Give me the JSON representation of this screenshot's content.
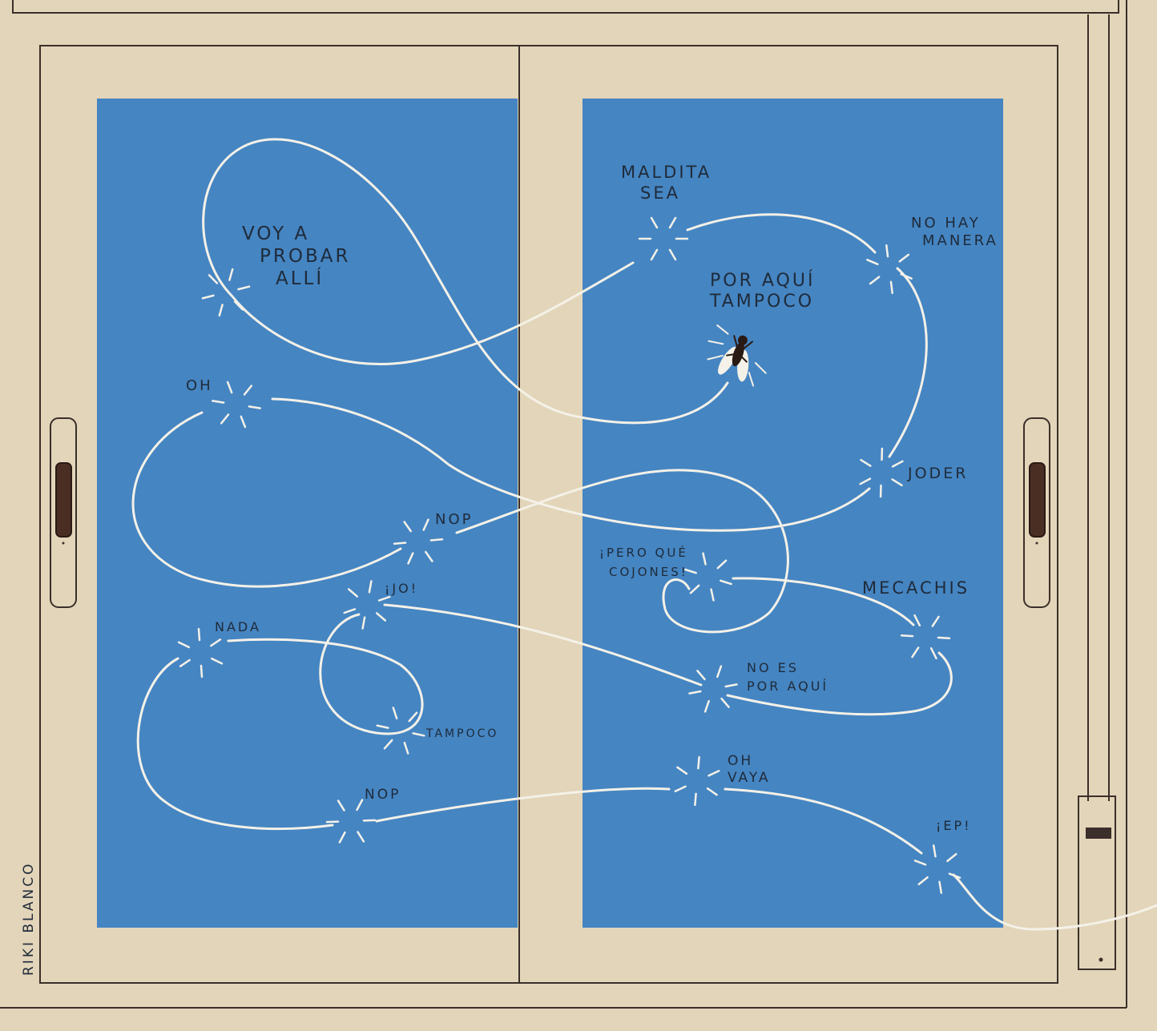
{
  "colors": {
    "wall": "#e3d5b9",
    "frame_line": "#3a2f2a",
    "glass": "#4585c2",
    "path": "#f4f1e8",
    "text": "#1f2b3a",
    "handle": "#4a2e23"
  },
  "signature": "RIKI BLANCO",
  "exclamations": [
    {
      "lines": [
        "MALDITA",
        "SEA"
      ]
    },
    {
      "lines": [
        "NO HAY",
        "MANERA"
      ]
    },
    {
      "lines": [
        "VOY A",
        "PROBAR",
        "ALLÍ"
      ]
    },
    {
      "lines": [
        "POR AQUÍ",
        "TAMPOCO"
      ]
    },
    {
      "lines": [
        "OH"
      ]
    },
    {
      "lines": [
        "JODER"
      ]
    },
    {
      "lines": [
        "NOP"
      ]
    },
    {
      "lines": [
        "¡PERO QUÉ",
        "COJONES!"
      ]
    },
    {
      "lines": [
        "¡JO!"
      ]
    },
    {
      "lines": [
        "MECACHIS"
      ]
    },
    {
      "lines": [
        "NADA"
      ]
    },
    {
      "lines": [
        "NO ES",
        "POR AQUÍ"
      ]
    },
    {
      "lines": [
        "TAMPOCO"
      ]
    },
    {
      "lines": [
        "OH",
        "VAYA"
      ]
    },
    {
      "lines": [
        "NOP"
      ]
    },
    {
      "lines": [
        "¡EP!"
      ]
    }
  ],
  "icons": {
    "insect": "fly-icon",
    "impact": "bump-burst-icon",
    "latch": "window-handle-icon"
  }
}
